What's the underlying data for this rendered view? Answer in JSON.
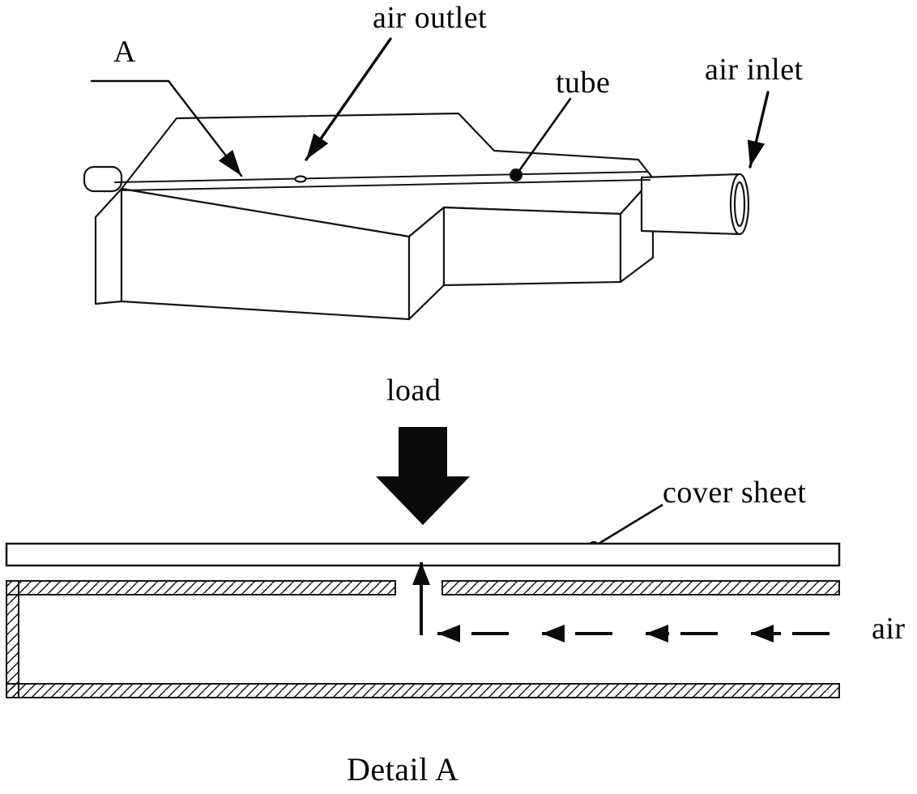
{
  "colors": {
    "ink": "#0a0a0a",
    "background": "#ffffff"
  },
  "figure": {
    "isometric_view": {
      "labels": {
        "a": "A",
        "air_outlet": "air outlet",
        "tube": "tube",
        "air_inlet": "air inlet"
      }
    },
    "detail_view": {
      "labels": {
        "load": "load",
        "cover_sheet": "cover sheet",
        "air": "air"
      },
      "caption": "Detail A"
    }
  }
}
